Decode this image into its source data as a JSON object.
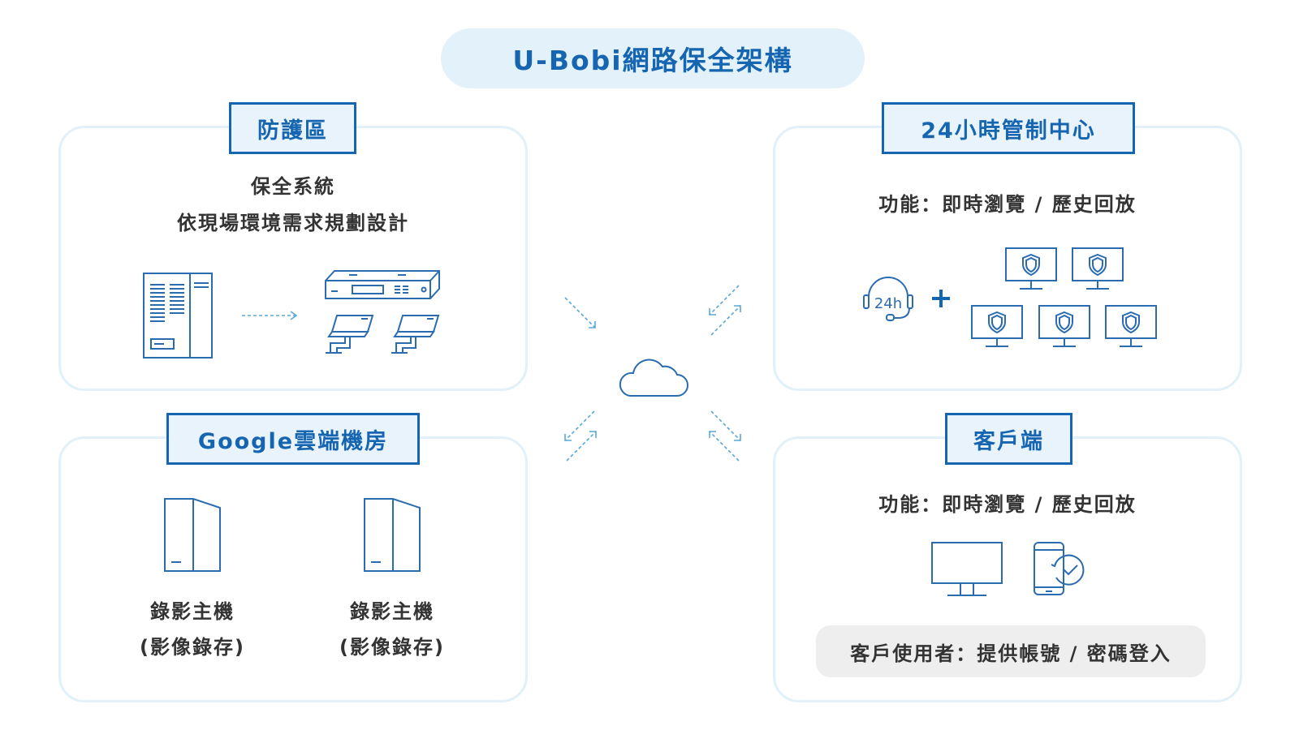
{
  "title": "U-Bobi網路保全架構",
  "protection_zone": {
    "tag": "防護區",
    "line1": "保全系統",
    "line2": "依現場環境需求規劃設計"
  },
  "control_center": {
    "tag": "24小時管制中心",
    "function": "功能：即時瀏覽 / 歷史回放",
    "headset_label": "24h"
  },
  "google_cloud": {
    "tag": "Google雲端機房",
    "servers": [
      {
        "name": "錄影主機",
        "sub": "(影像錄存)"
      },
      {
        "name": "錄影主機",
        "sub": "(影像錄存)"
      }
    ]
  },
  "client": {
    "tag": "客戶端",
    "function": "功能：即時瀏覽 / 歷史回放",
    "user_note": "客戶使用者：提供帳號 / 密碼登入"
  },
  "colors": {
    "brand_blue": "#1565b0",
    "light_blue": "#e3f1fa",
    "panel_border": "#e2f0f9",
    "icon_blue": "#2b6cb0",
    "arrow_blue": "#5aa8d8",
    "text_dark": "#333333",
    "user_pill": "#eeeeee"
  }
}
